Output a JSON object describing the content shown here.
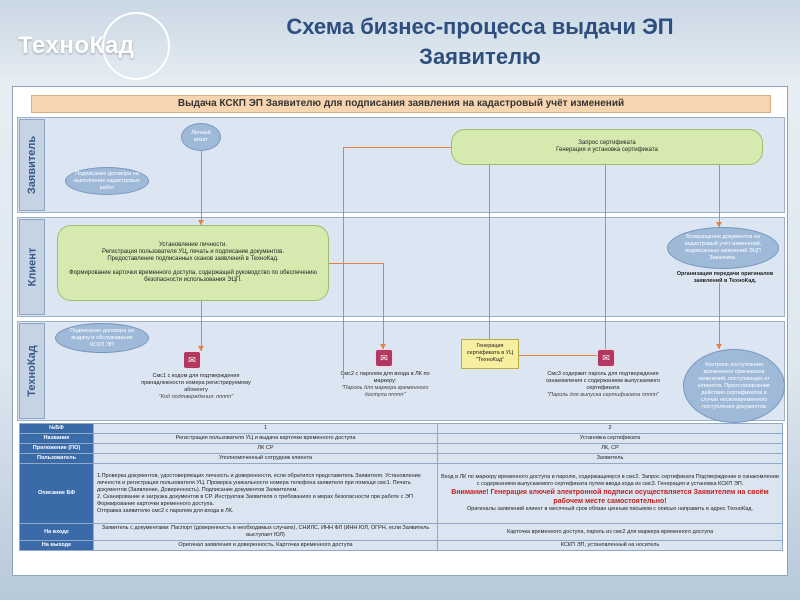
{
  "logo": {
    "text": "ТехноКад"
  },
  "title": {
    "line1": "Схема бизнес-процесса выдачи ЭП",
    "line2": "Заявителю"
  },
  "diagram": {
    "header": "Выдача КСКП ЭП Заявителю для подписания заявления на кадастровый учёт изменений",
    "lanes": {
      "applicant": "Заявитель",
      "client": "Клиент",
      "tehnokad": "ТехноКад"
    },
    "applicant": {
      "personal_visit": "Личный визит",
      "request_cert": "Запрос сертификата\nГенерация и установка сертификата",
      "sign_contract": "Подписание договора на выполнение кадастровых работ"
    },
    "client": {
      "main_box": "Установление личности.\nРегистрация пользователя УЦ, печать и подписание документов.\nПредоставление подписанных сканов заявлений в ТехноКад.\n\nФормирование карточки временного доступа, содержащей руководство по обеспечению безопасности использования ЭЦП.",
      "oval": "Возвращение документов на кадастровый учёт изменений, подписанных заявлений ЭЦП Заказчика.",
      "text": "Организация передачи оригиналов заявлений в ТехноКад."
    },
    "tehnokad": {
      "oval_left": "Подписание договора на выдачу и обслуживание КСКП ЭП",
      "sms1": "Смс1 с кодом для подтверждения принадлежности номера регистрируемому абоненту",
      "sms1_code": "\"Код подтверждения: ппппп\"",
      "sms2": "Смс2 с паролем для входа в ЛК по маркеру:",
      "sms2_pwd": "\"Пароль для маркера временного доступа ппппп\"",
      "gen_box": "Генерация сертификата в УЦ \"ТехноКад\"",
      "sms3": "Смс3 содержит пароль для подтверждения ознакомления с содержанием выпускаемого сертификата",
      "sms3_pwd": "\"Пароль для выпуска сертификата ппппп\"",
      "oval_right": "Контроль поступления временного оригиналов заявлений, поступающих от клиентов. Приостановление действия сертификатов в случае несвоевременного поступления документов"
    }
  },
  "table": {
    "rows": [
      {
        "label": "№БФ",
        "c1": "1",
        "c2": "2"
      },
      {
        "label": "Название",
        "c1": "Регистрация пользователя УЦ и выдача карточки временного доступа",
        "c2": "Установка сертификата"
      },
      {
        "label": "Приложение (ПО)",
        "c1": "ЛК СР",
        "c2": "ЛК, СР"
      },
      {
        "label": "Пользователь",
        "c1": "Уполномоченный сотрудник клиента",
        "c2": "Заявитель"
      },
      {
        "label": "Описание БФ",
        "c1": "1.Проверка документов, удостоверяющих личность и доверенности, если обратился представитель Заявителя. Установление личности и регистрация пользователя УЦ. Проверка уникальности номера телефона заявителя при помощи смс1. Печать документов (Заявление, Доверенность). Подписание документов Заявителем.\n2. Сканирование и загрузка документов в СР. Инструктаж Заявителя о требованиях и мерах безопасности при работе с ЭП Формирование карточки временного доступа.\nОтправка заявителю смс2 с паролем для входа в ЛК.",
        "c2": "Вход в ЛК по маркеру временного доступа и паролю, содержащемуся в смс2. Запрос сертификата Подтверждение в ознакомлении с содержанием выпускаемого сертификата путем ввода кода из смс3. Генерация и установка КСКП ЭП.",
        "c2_warn": "Внимание! Генерация ключей электронной подписи осуществляется Заявителем на своём рабочем месте самостоятельно!",
        "c2_tail": "Оригиналы заявлений клиент в месячный срок обязан ценным письмом с описью направить в адрес ТехноКад."
      },
      {
        "label": "На входе",
        "c1": "Заявитель с документами: Паспорт (доверенность в необходимых случаях), СНИЛС, ИНН ФЛ (ИНН ЮЛ, ОГРН, если Заявитель выступает ЮЛ)",
        "c2": "Карточка временного доступа, пароль из смс2 для маркера временного доступа"
      },
      {
        "label": "На выходе",
        "c1": "Оригинал заявления и доверенность, Карточка временного доступа",
        "c2": "КСКП ЭП, установленный на носитель"
      }
    ]
  }
}
